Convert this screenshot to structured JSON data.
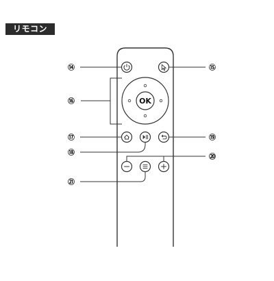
{
  "title": "リモコン",
  "ok_label": "OK",
  "callouts": [
    "⑭",
    "⑮",
    "⑯",
    "⑰",
    "⑱",
    "⑲",
    "⑳",
    "㉑"
  ],
  "icons": [
    "power-icon",
    "cursor-icon",
    "home-icon",
    "play-pause-icon",
    "back-icon",
    "volume-down-icon",
    "menu-icon",
    "volume-up-icon"
  ]
}
